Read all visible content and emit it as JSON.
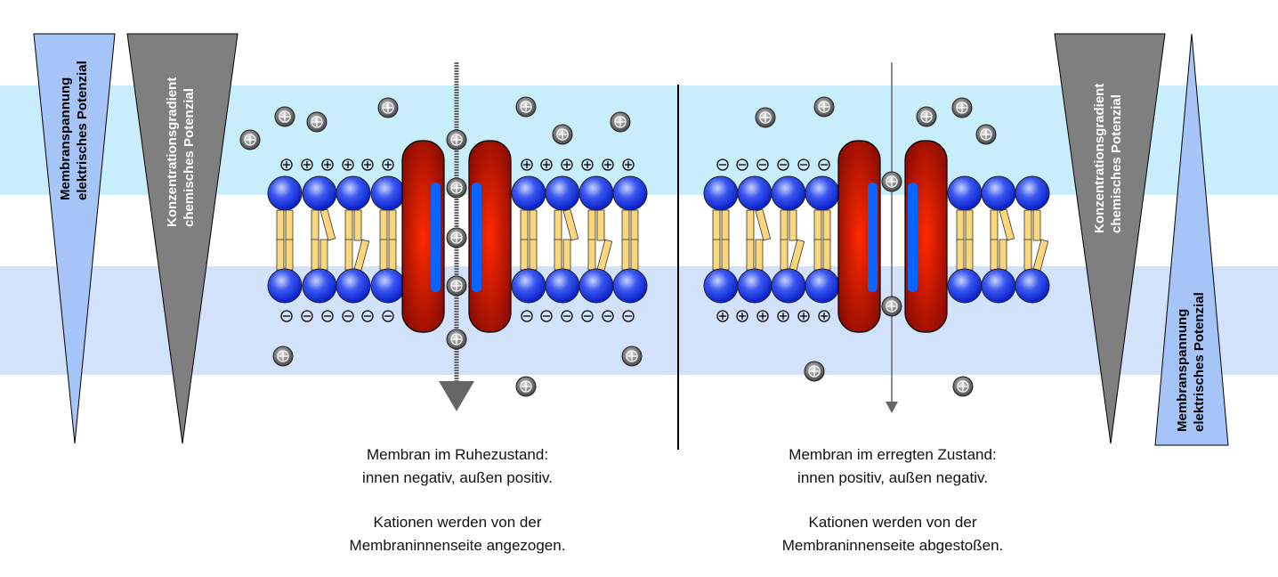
{
  "gradients": {
    "electric_label": [
      "Membranspannung",
      "elektrisches Potenzial"
    ],
    "chemical_label": [
      "Konzentrationsgradient",
      "chemisches Potenzial"
    ]
  },
  "panels": [
    {
      "caption": [
        "Membran im Ruhezustand:",
        "innen negativ, außen positiv.",
        "",
        "Kationen werden von der",
        "Membraninnenseite angezogen."
      ],
      "outer_charge": "+",
      "inner_charge": "-"
    },
    {
      "caption": [
        "Membran im erregten Zustand:",
        "innen positiv, außen negativ.",
        "",
        "Kationen werden von der",
        "Membraninnenseite abgestoßen."
      ],
      "outer_charge": "-",
      "inner_charge": "+"
    }
  ],
  "colors": {
    "outside_band": "#c8eefb",
    "inside_band": "#d3e2fb",
    "electric": "#a6c4f7",
    "chemical": "#7f7f7f",
    "channel": "#b01000",
    "phospholipid_head": "#1a3be0",
    "tail": "#fbd67a"
  }
}
